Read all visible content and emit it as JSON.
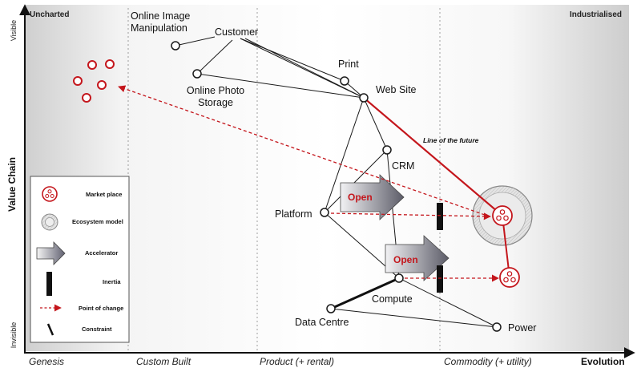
{
  "axes": {
    "x_label": "Evolution",
    "y_label": "Value Chain",
    "y_top": "Visible",
    "y_bottom": "Invisible"
  },
  "stages": [
    "Genesis",
    "Custom Built",
    "Product (+ rental)",
    "Commodity (+ utility)"
  ],
  "corners": {
    "left": "Uncharted",
    "right": "Industrialised"
  },
  "nodes": {
    "online_image": [
      "Online Image",
      "Manipulation"
    ],
    "customer": "Customer",
    "online_photo": [
      "Online Photo",
      "Storage"
    ],
    "print": "Print",
    "web_site": "Web Site",
    "crm": "CRM",
    "platform": "Platform",
    "compute": "Compute",
    "data_centre": "Data Centre",
    "power": "Power"
  },
  "annotations": {
    "open_1": "Open",
    "open_2": "Open",
    "line_of_future": "Line of the future"
  },
  "legend": {
    "items": [
      "Market place",
      "Ecosystem model",
      "Accelerator",
      "Inertia",
      "Point of change",
      "Constraint"
    ]
  },
  "colors": {
    "accent_red": "#c4161c",
    "line": "#1a1a1a",
    "arrow_fill": "#6e6e78"
  }
}
